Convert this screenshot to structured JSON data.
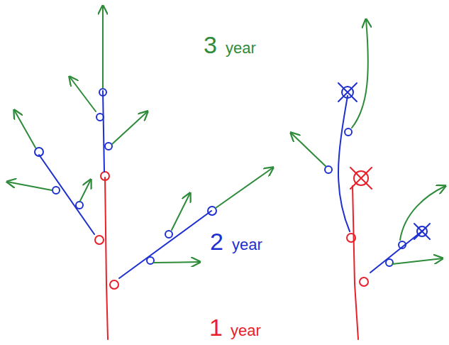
{
  "diagram": {
    "labels": [
      "3",
      "year",
      "2",
      "year",
      "1",
      "year"
    ]
  }
}
